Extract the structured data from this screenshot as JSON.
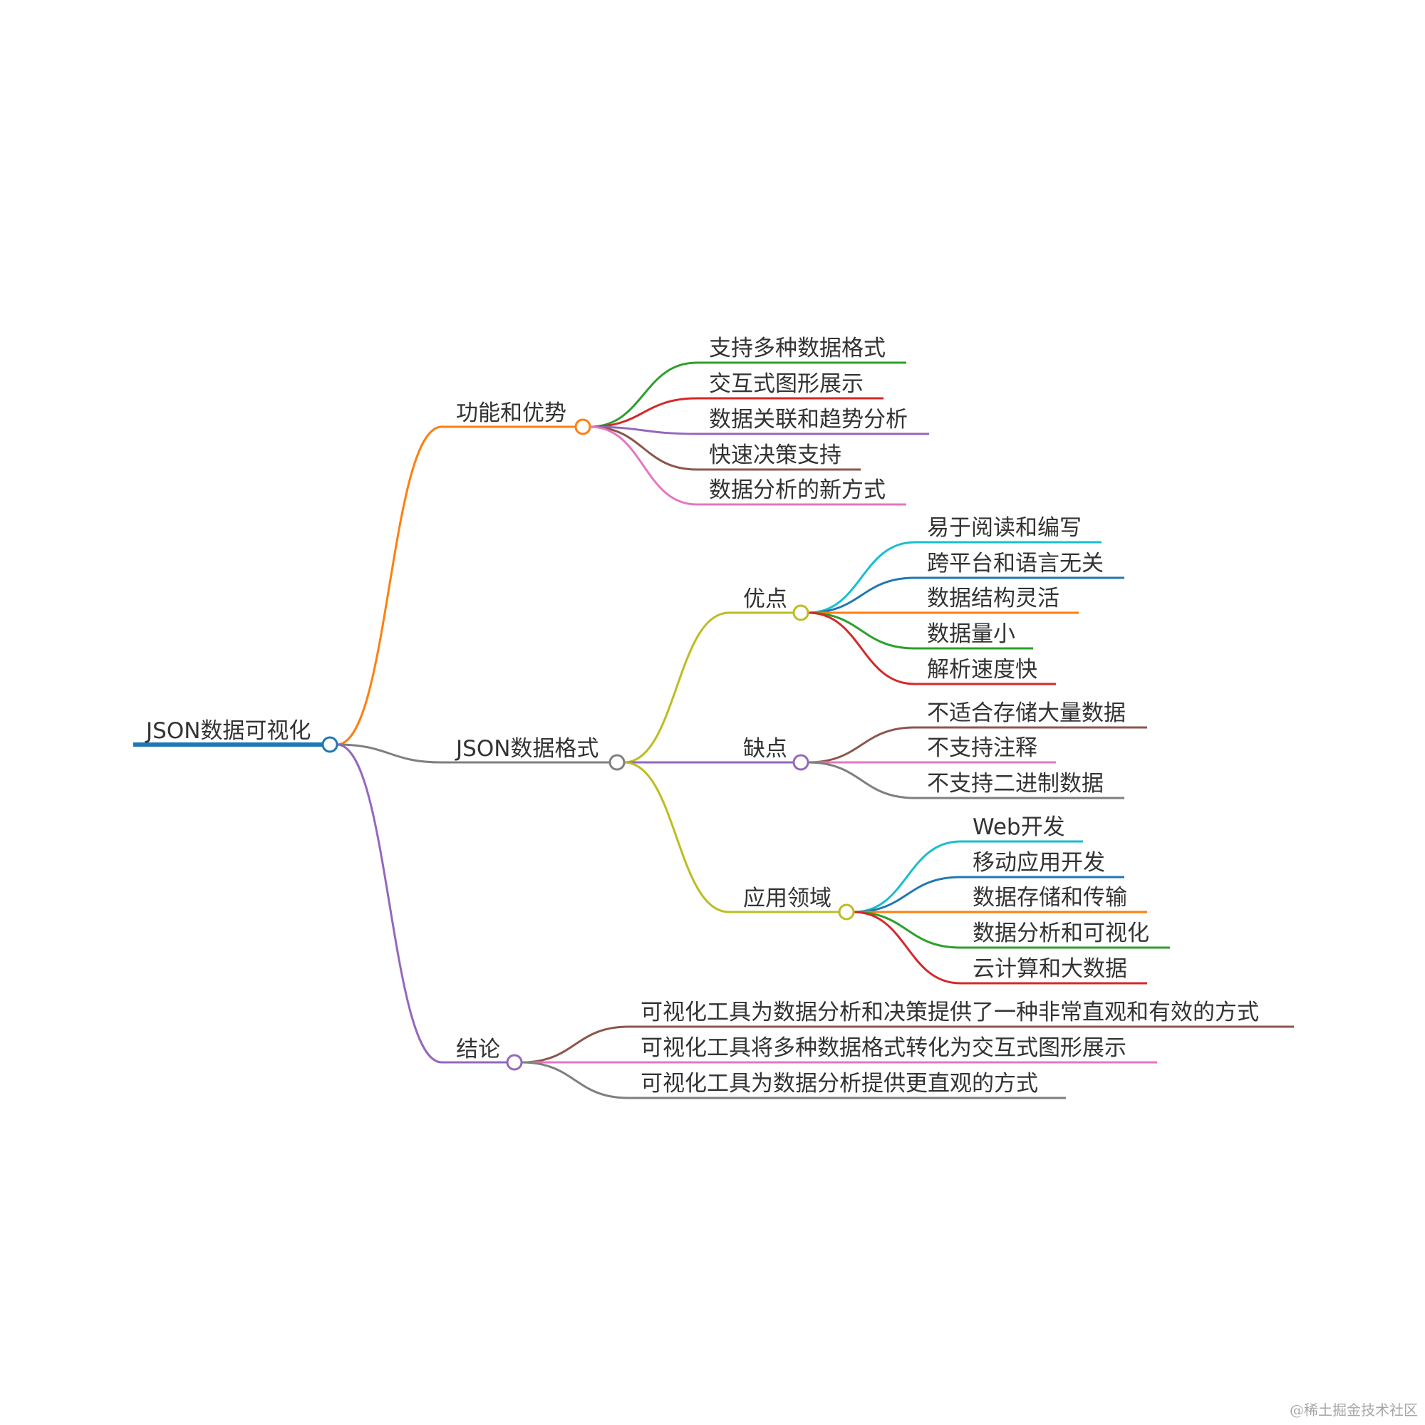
{
  "mindmap": {
    "root": {
      "label": "JSON数据可视化",
      "color": "#1f77b4",
      "children": [
        {
          "label": "功能和优势",
          "color": "#ff7f0e",
          "children": [
            {
              "label": "支持多种数据格式",
              "color": "#2ca02c"
            },
            {
              "label": "交互式图形展示",
              "color": "#d62728"
            },
            {
              "label": "数据关联和趋势分析",
              "color": "#9467bd"
            },
            {
              "label": "快速决策支持",
              "color": "#8c564b"
            },
            {
              "label": "数据分析的新方式",
              "color": "#e377c2"
            }
          ]
        },
        {
          "label": "JSON数据格式",
          "color": "#7f7f7f",
          "children": [
            {
              "label": "优点",
              "color": "#bcbd22",
              "children": [
                {
                  "label": "易于阅读和编写",
                  "color": "#17becf"
                },
                {
                  "label": "跨平台和语言无关",
                  "color": "#1f77b4"
                },
                {
                  "label": "数据结构灵活",
                  "color": "#ff7f0e"
                },
                {
                  "label": "数据量小",
                  "color": "#2ca02c"
                },
                {
                  "label": "解析速度快",
                  "color": "#d62728"
                }
              ]
            },
            {
              "label": "缺点",
              "color": "#9467bd",
              "children": [
                {
                  "label": "不适合存储大量数据",
                  "color": "#8c564b"
                },
                {
                  "label": "不支持注释",
                  "color": "#e377c2"
                },
                {
                  "label": "不支持二进制数据",
                  "color": "#7f7f7f"
                }
              ]
            },
            {
              "label": "应用领域",
              "color": "#bcbd22",
              "children": [
                {
                  "label": "Web开发",
                  "color": "#17becf"
                },
                {
                  "label": "移动应用开发",
                  "color": "#1f77b4"
                },
                {
                  "label": "数据存储和传输",
                  "color": "#ff7f0e"
                },
                {
                  "label": "数据分析和可视化",
                  "color": "#2ca02c"
                },
                {
                  "label": "云计算和大数据",
                  "color": "#d62728"
                }
              ]
            }
          ]
        },
        {
          "label": "结论",
          "color": "#9467bd",
          "children": [
            {
              "label": "可视化工具为数据分析和决策提供了一种非常直观和有效的方式",
              "color": "#8c564b"
            },
            {
              "label": "可视化工具将多种数据格式转化为交互式图形展示",
              "color": "#e377c2"
            },
            {
              "label": "可视化工具为数据分析提供更直观的方式",
              "color": "#7f7f7f"
            }
          ]
        }
      ]
    }
  },
  "watermark": "@稀土掘金技术社区"
}
